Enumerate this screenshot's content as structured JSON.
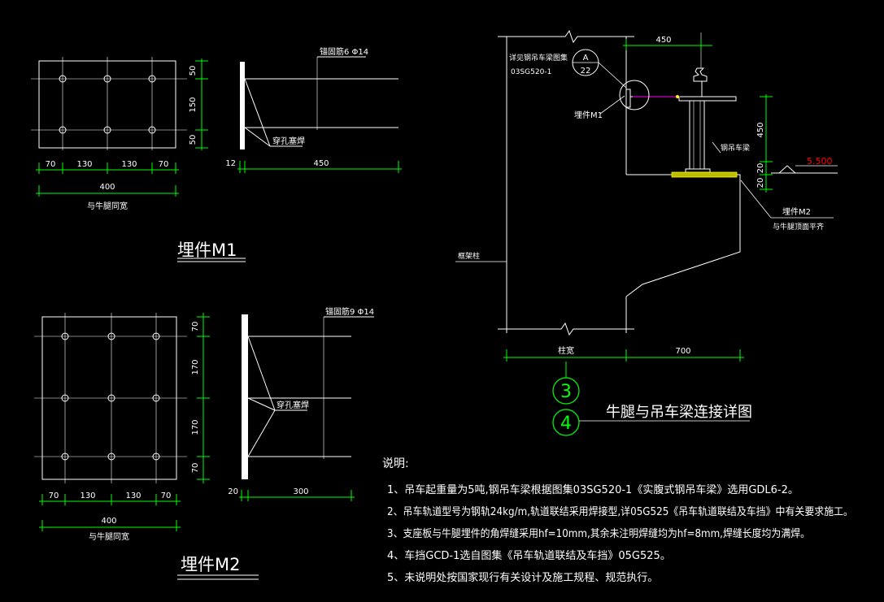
{
  "m1": {
    "title": "埋件M1",
    "plan": {
      "dims_bottom": [
        "70",
        "130",
        "130",
        "70"
      ],
      "dims_right": [
        "50",
        "150",
        "50"
      ],
      "overall": "400",
      "caption": "与牛腿同宽"
    },
    "section": {
      "anchor_label": "锚固筋6 Φ14",
      "weld_label": "穿孔塞焊",
      "thk": "12",
      "len": "450"
    }
  },
  "m2": {
    "title": "埋件M2",
    "plan": {
      "dims_bottom": [
        "70",
        "130",
        "130",
        "70"
      ],
      "dims_right": [
        "70",
        "170",
        "170",
        "70"
      ],
      "overall": "400",
      "caption": "与牛腿同宽"
    },
    "section": {
      "anchor_label": "锚固筋9 Φ14",
      "weld_label": "穿孔塞焊",
      "thk": "20",
      "len": "300"
    }
  },
  "detail": {
    "top_dim": "450",
    "std_label": "详见钢吊车梁图集",
    "std_code": "03SG520-1",
    "ref_top": "A",
    "ref_bottom": "22",
    "m1_label": "埋件M1",
    "beam_label": "钢吊车梁",
    "dims_right": [
      "450",
      "20",
      "20"
    ],
    "elevation": "5.500",
    "m2_label": "埋件M2",
    "m2_note": "与牛腿顶面平齐",
    "column_label": "框架柱",
    "dim_col": "柱宽",
    "dim_700": "700",
    "num_a": "3",
    "num_b": "4",
    "title": "牛腿与吊车梁连接详图"
  },
  "notes": {
    "heading": "说明:",
    "items": [
      "1、吊车起重量为5吨,钢吊车梁根据图集03SG520-1《实腹式钢吊车梁》选用GDL6-2。",
      "2、吊车轨道型号为钢轨24kg/m,轨道联结采用焊接型,详05G525《吊车轨道联结及车挡》中有关要求施工。",
      "3、支座板与牛腿埋件的角焊缝采用hf=10mm,其余未注明焊缝均为hf=8mm,焊缝长度均为满焊。",
      "4、车挡GCD-1选自图集《吊车轨道联结及车挡》05G525。",
      "5、未说明处按国家现行有关设计及施工规程、规范执行。"
    ]
  },
  "colors": {
    "background": "#000000",
    "line": "#ffffff",
    "dimension": "#00ff00",
    "bolt": "#ff00ff",
    "elevation": "#ff0000",
    "weld_rail": "#ffff00"
  }
}
